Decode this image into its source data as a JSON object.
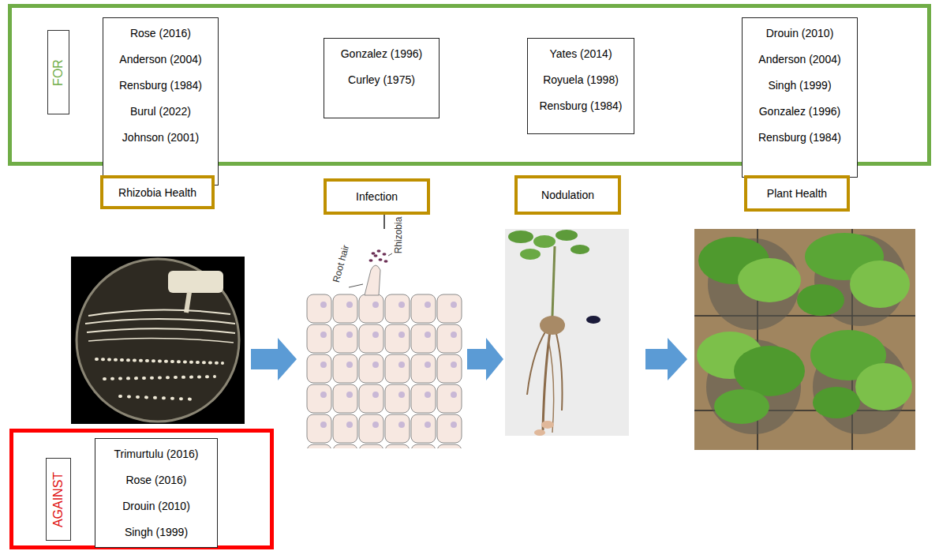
{
  "diagram": {
    "nodes": [
      {
        "text": [
          "FOR"
        ]
      },
      {
        "text": [
          "Rose (2016)",
          "Anderson (2004)",
          "Rensburg (1984)",
          "Burul (2022)",
          "Johnson (2001)"
        ],
        "in": 0
      },
      {
        "text": [
          "Gonzalez (1996)",
          "Curley (1975)"
        ],
        "in": 0
      },
      {
        "text": [
          "Yates (2014)",
          "Royuela (1998)",
          "Rensburg (1984)"
        ],
        "in": 0
      },
      {
        "text": [
          "Drouin (2010)",
          "Anderson (2004)",
          "Singh (1999)",
          "Gonzalez (1996)",
          "Rensburg (1984)"
        ],
        "in": 0
      },
      {
        "text": [
          "Rhizobia Health"
        ]
      },
      {
        "text": [
          "Infection"
        ]
      },
      {
        "text": [
          "Nodulation"
        ]
      },
      {
        "text": [
          "Plant Health"
        ]
      },
      {
        "text": [
          "AGAINST"
        ]
      },
      {
        "text": [
          "Trimurtulu (2016)",
          "Rose (2016)",
          "Drouin (2010)",
          "Singh (1999)"
        ],
        "in": 9
      }
    ],
    "labels": [
      "Root hair",
      "Rhizobia"
    ]
  }
}
